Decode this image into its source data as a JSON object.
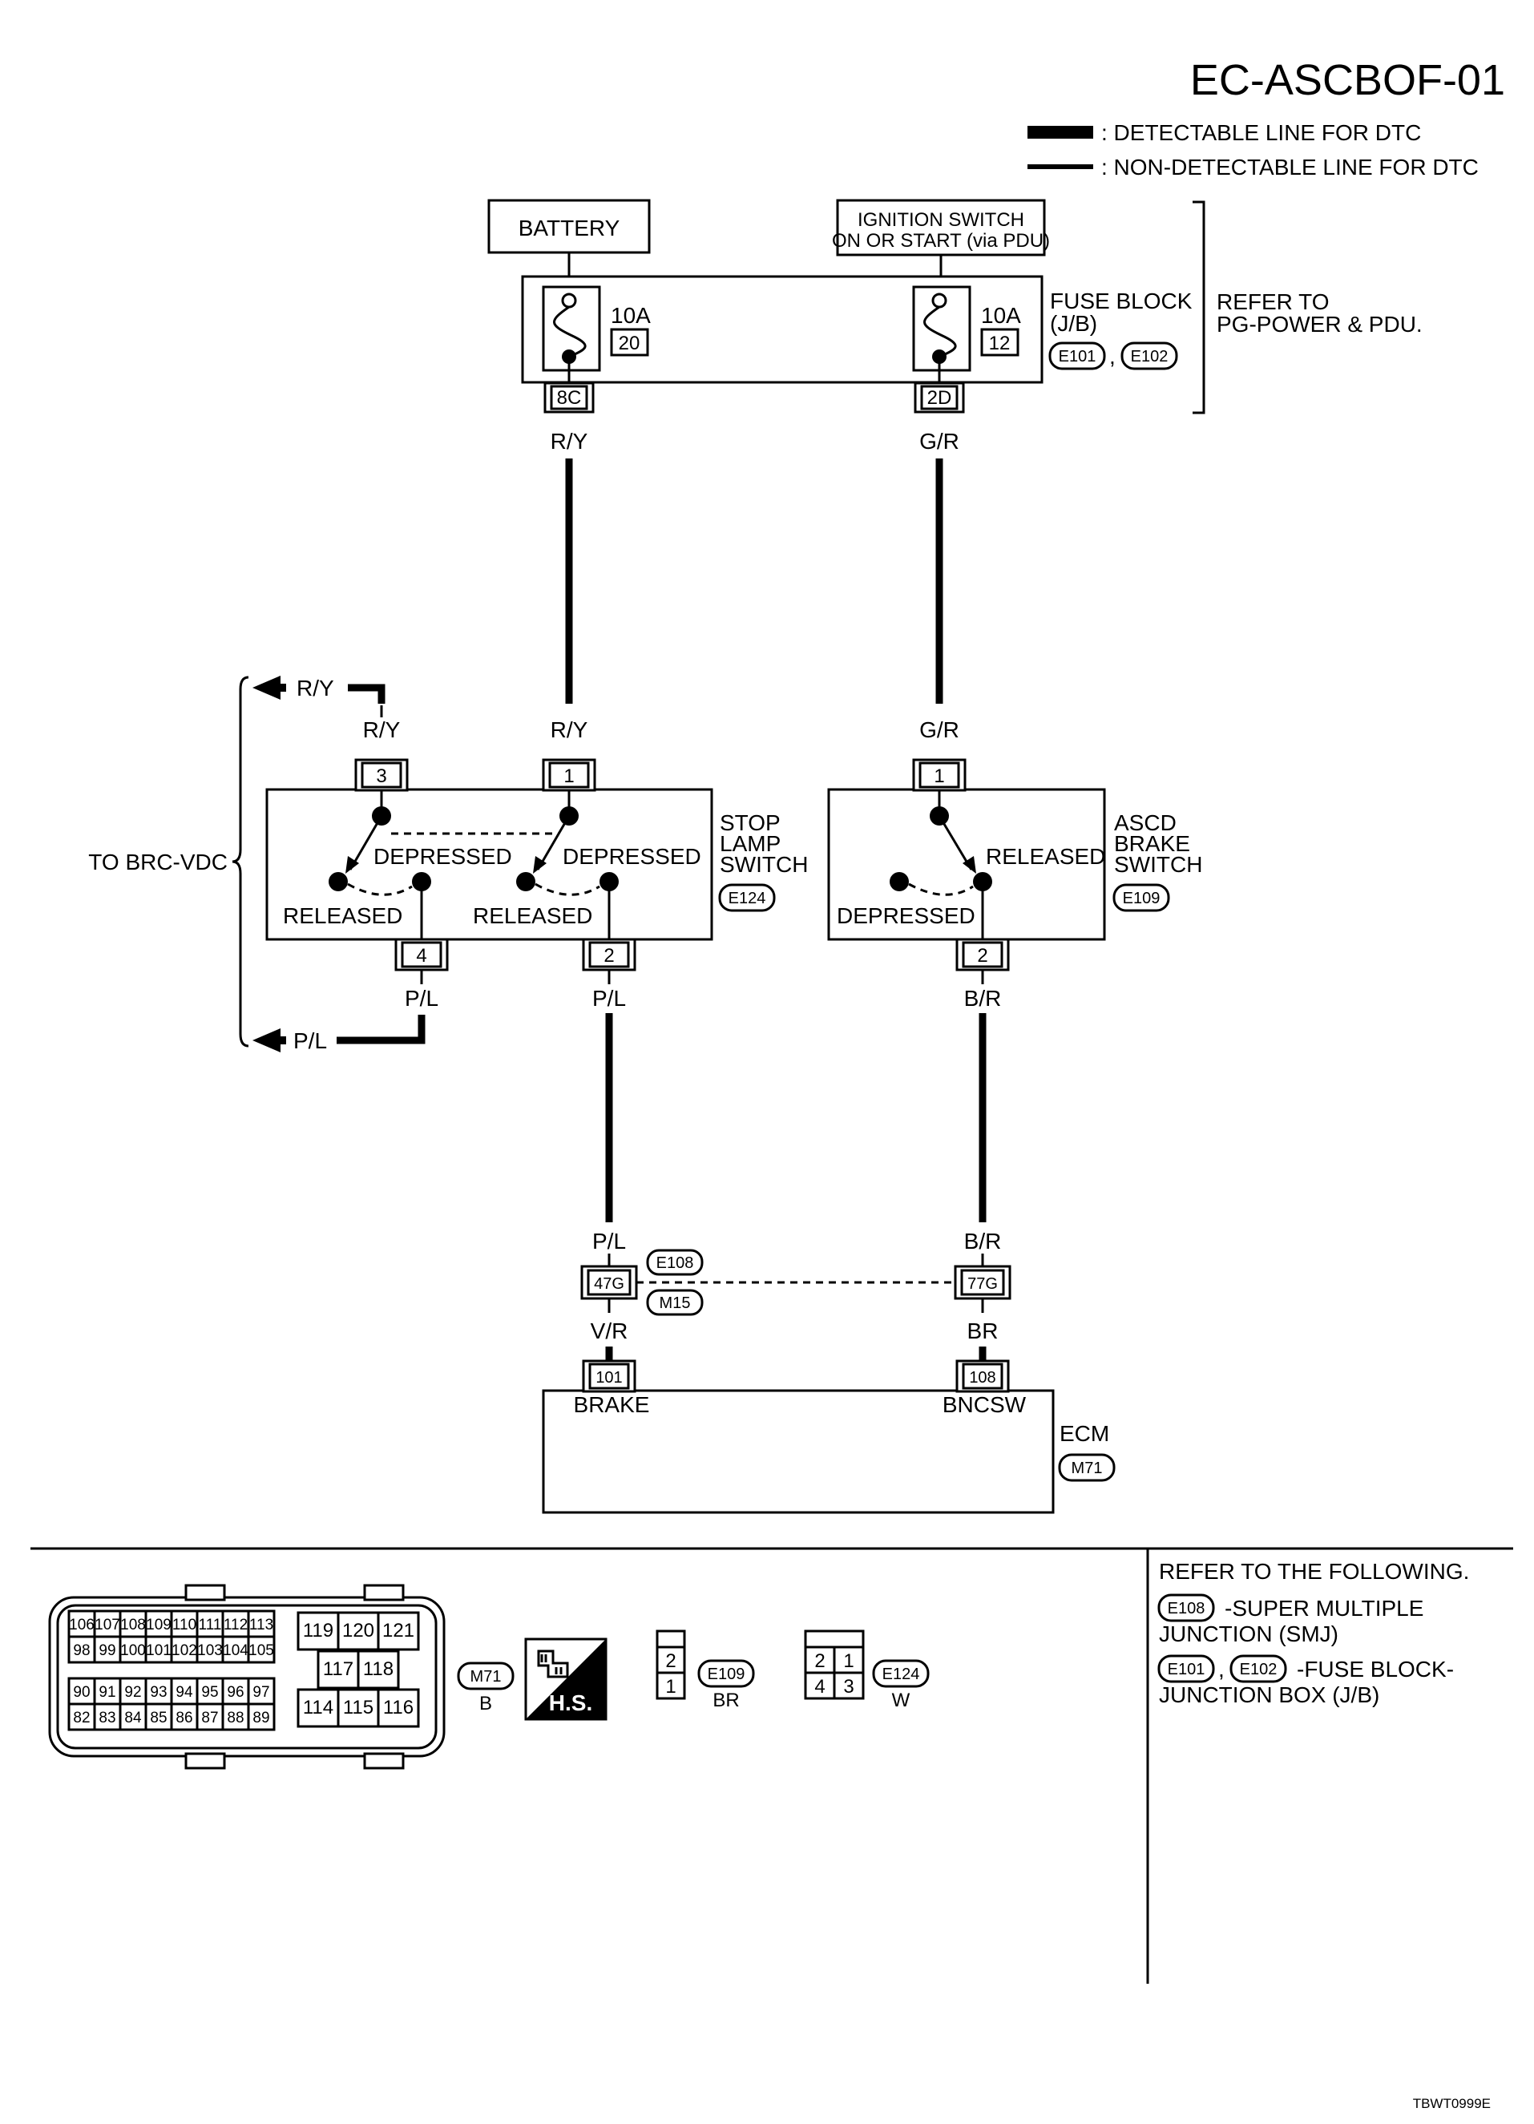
{
  "title": "EC-ASCBOF-01",
  "figure_id": "TBWT0999E",
  "legend": {
    "detectable": ": DETECTABLE LINE FOR DTC",
    "non_detectable": ": NON-DETECTABLE LINE FOR DTC"
  },
  "power": {
    "battery": "BATTERY",
    "ignition_line1": "IGNITION SWITCH",
    "ignition_line2": "ON OR START (via PDU)",
    "fuse_left_amp": "10A",
    "fuse_left_no": "20",
    "fuse_right_amp": "10A",
    "fuse_right_no": "12",
    "fuse_block_line1": "FUSE BLOCK",
    "fuse_block_line2": "(J/B)",
    "fuse_block_conn1": "E101",
    "fuse_block_comma": ",",
    "fuse_block_conn2": "E102",
    "refer_line1": "REFER TO",
    "refer_line2": "PG-POWER & PDU.",
    "terminal_left": "8C",
    "terminal_right": "2D"
  },
  "wires": {
    "ry_top": "R/Y",
    "gr_top": "G/R",
    "ry_branch": "R/Y",
    "ry_pin3": "R/Y",
    "ry_pin1": "R/Y",
    "gr_pin1": "G/R",
    "pl_pin4": "P/L",
    "pl_pin2": "P/L",
    "br_pin2": "B/R",
    "pl_branch": "P/L",
    "pl_joint": "P/L",
    "br_joint": "B/R",
    "vr": "V/R",
    "br_low": "BR"
  },
  "to_brc_vdc": "TO BRC-VDC",
  "stop_lamp": {
    "line1": "STOP",
    "line2": "LAMP",
    "line3": "SWITCH",
    "conn": "E124",
    "pin3": "3",
    "pin1": "1",
    "pin4": "4",
    "pin2": "2",
    "depressed_a": "DEPRESSED",
    "depressed_b": "DEPRESSED",
    "released_a": "RELEASED",
    "released_b": "RELEASED"
  },
  "ascd_brake": {
    "line1": "ASCD",
    "line2": "BRAKE",
    "line3": "SWITCH",
    "conn": "E109",
    "pin1": "1",
    "pin2": "2",
    "released": "RELEASED",
    "depressed": "DEPRESSED"
  },
  "joint": {
    "conn_top": "E108",
    "conn_bottom": "M15",
    "term_left": "47G",
    "term_right": "77G"
  },
  "ecm": {
    "label": "ECM",
    "conn": "M71",
    "pin101": "101",
    "pin108": "108",
    "brake": "BRAKE",
    "bncsw": "BNCSW"
  },
  "connectors": {
    "m71_row1": [
      "106",
      "107",
      "108",
      "109",
      "110",
      "111",
      "112",
      "113"
    ],
    "m71_row2": [
      "98",
      "99",
      "100",
      "101",
      "102",
      "103",
      "104",
      "105"
    ],
    "m71_row3": [
      "90",
      "91",
      "92",
      "93",
      "94",
      "95",
      "96",
      "97"
    ],
    "m71_row4": [
      "82",
      "83",
      "84",
      "85",
      "86",
      "87",
      "88",
      "89"
    ],
    "m71_right_top": [
      "119",
      "120",
      "121"
    ],
    "m71_right_mid": [
      "117",
      "118"
    ],
    "m71_right_bot": [
      "114",
      "115",
      "116"
    ],
    "m71_label": "M71",
    "m71_color": "B",
    "hs": "H.S.",
    "e109_pins": [
      "2",
      "1"
    ],
    "e109_label": "E109",
    "e109_color": "BR",
    "e124_pins": [
      "2",
      "1",
      "4",
      "3"
    ],
    "e124_label": "E124",
    "e124_color": "W"
  },
  "refer_following": {
    "heading": "REFER TO THE FOLLOWING.",
    "smj_conn": "E108",
    "smj_line1": "-SUPER MULTIPLE",
    "smj_line2": "JUNCTION (SMJ)",
    "jb_conn1": "E101",
    "jb_comma": ",",
    "jb_conn2": "E102",
    "jb_line1": "-FUSE BLOCK-",
    "jb_line2": "JUNCTION BOX (J/B)"
  }
}
